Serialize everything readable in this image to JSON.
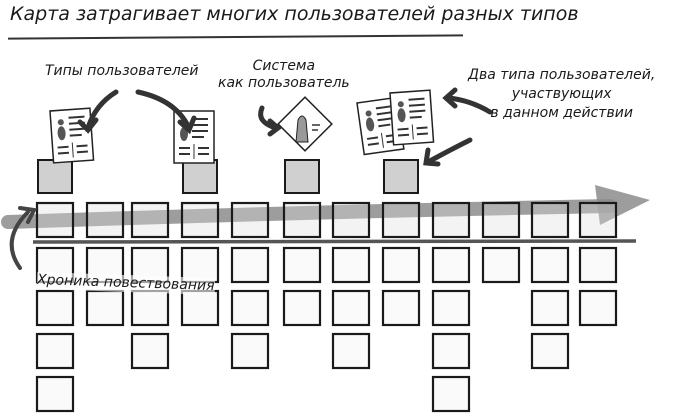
{
  "title": "Карта затрагивает многих пользователей разных типов",
  "labels": {
    "user_types": "Типы пользователей",
    "system_as_user": [
      "Система",
      "как пользователь"
    ],
    "two_user_types": [
      "Два типа пользователей,",
      "участвующих",
      "в данном действии"
    ],
    "narrative_flow": "Хроника повествования"
  },
  "colors": {
    "user_box": "#d0d0d0",
    "backbone_arrow": "#8c8c8c",
    "line": "#555555",
    "box_stroke": "#1a1a1a"
  },
  "columns": [
    {
      "user": "persona",
      "tasks": 4
    },
    {
      "user": null,
      "tasks": 2
    },
    {
      "user": null,
      "tasks": 3
    },
    {
      "user": "persona",
      "tasks": 2
    },
    {
      "user": null,
      "tasks": 3
    },
    {
      "user": "system",
      "tasks": 2
    },
    {
      "user": null,
      "tasks": 3
    },
    {
      "user": "two-personas",
      "tasks": 2
    },
    {
      "user": null,
      "tasks": 4
    },
    {
      "user": null,
      "tasks": 1
    },
    {
      "user": null,
      "tasks": 3
    },
    {
      "user": null,
      "tasks": 2
    }
  ]
}
